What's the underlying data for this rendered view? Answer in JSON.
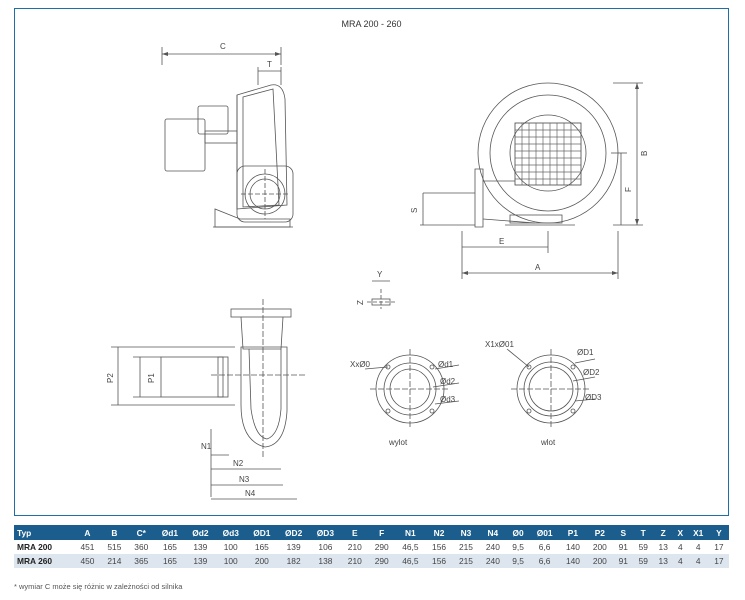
{
  "title": "MRA 200 - 260",
  "dims": {
    "C": "C",
    "T": "T",
    "B": "B",
    "F": "F",
    "S": "S",
    "E": "E",
    "A": "A",
    "Y": "Y",
    "Z": "Z",
    "P1": "P1",
    "P2": "P2",
    "N1": "N1",
    "N2": "N2",
    "N3": "N3",
    "N4": "N4",
    "XxO0": "XxØ0",
    "Od1": "Ød1",
    "Od2": "Ød2",
    "Od3": "Ød3",
    "X1xO01": "X1xØ01",
    "OD1": "ØD1",
    "OD2": "ØD2",
    "OD3": "ØD3"
  },
  "captions": {
    "outlet": "wylot",
    "inlet": "wlot"
  },
  "table": {
    "headers": [
      "Typ",
      "A",
      "B",
      "C*",
      "Ød1",
      "Ød2",
      "Ød3",
      "ØD1",
      "ØD2",
      "ØD3",
      "E",
      "F",
      "N1",
      "N2",
      "N3",
      "N4",
      "Ø0",
      "Ø01",
      "P1",
      "P2",
      "S",
      "T",
      "Z",
      "X",
      "X1",
      "Y"
    ],
    "rows": [
      [
        "MRA 200",
        "451",
        "515",
        "360",
        "165",
        "139",
        "100",
        "165",
        "139",
        "106",
        "210",
        "290",
        "46,5",
        "156",
        "215",
        "240",
        "9,5",
        "6,6",
        "140",
        "200",
        "91",
        "59",
        "13",
        "4",
        "4",
        "17"
      ],
      [
        "MRA 260",
        "450",
        "214",
        "365",
        "165",
        "139",
        "100",
        "200",
        "182",
        "138",
        "210",
        "290",
        "46,5",
        "156",
        "215",
        "240",
        "9,5",
        "6,6",
        "140",
        "200",
        "91",
        "59",
        "13",
        "4",
        "4",
        "17"
      ]
    ]
  },
  "footnote": "* wymiar C może się różnic w zależności od silnika"
}
